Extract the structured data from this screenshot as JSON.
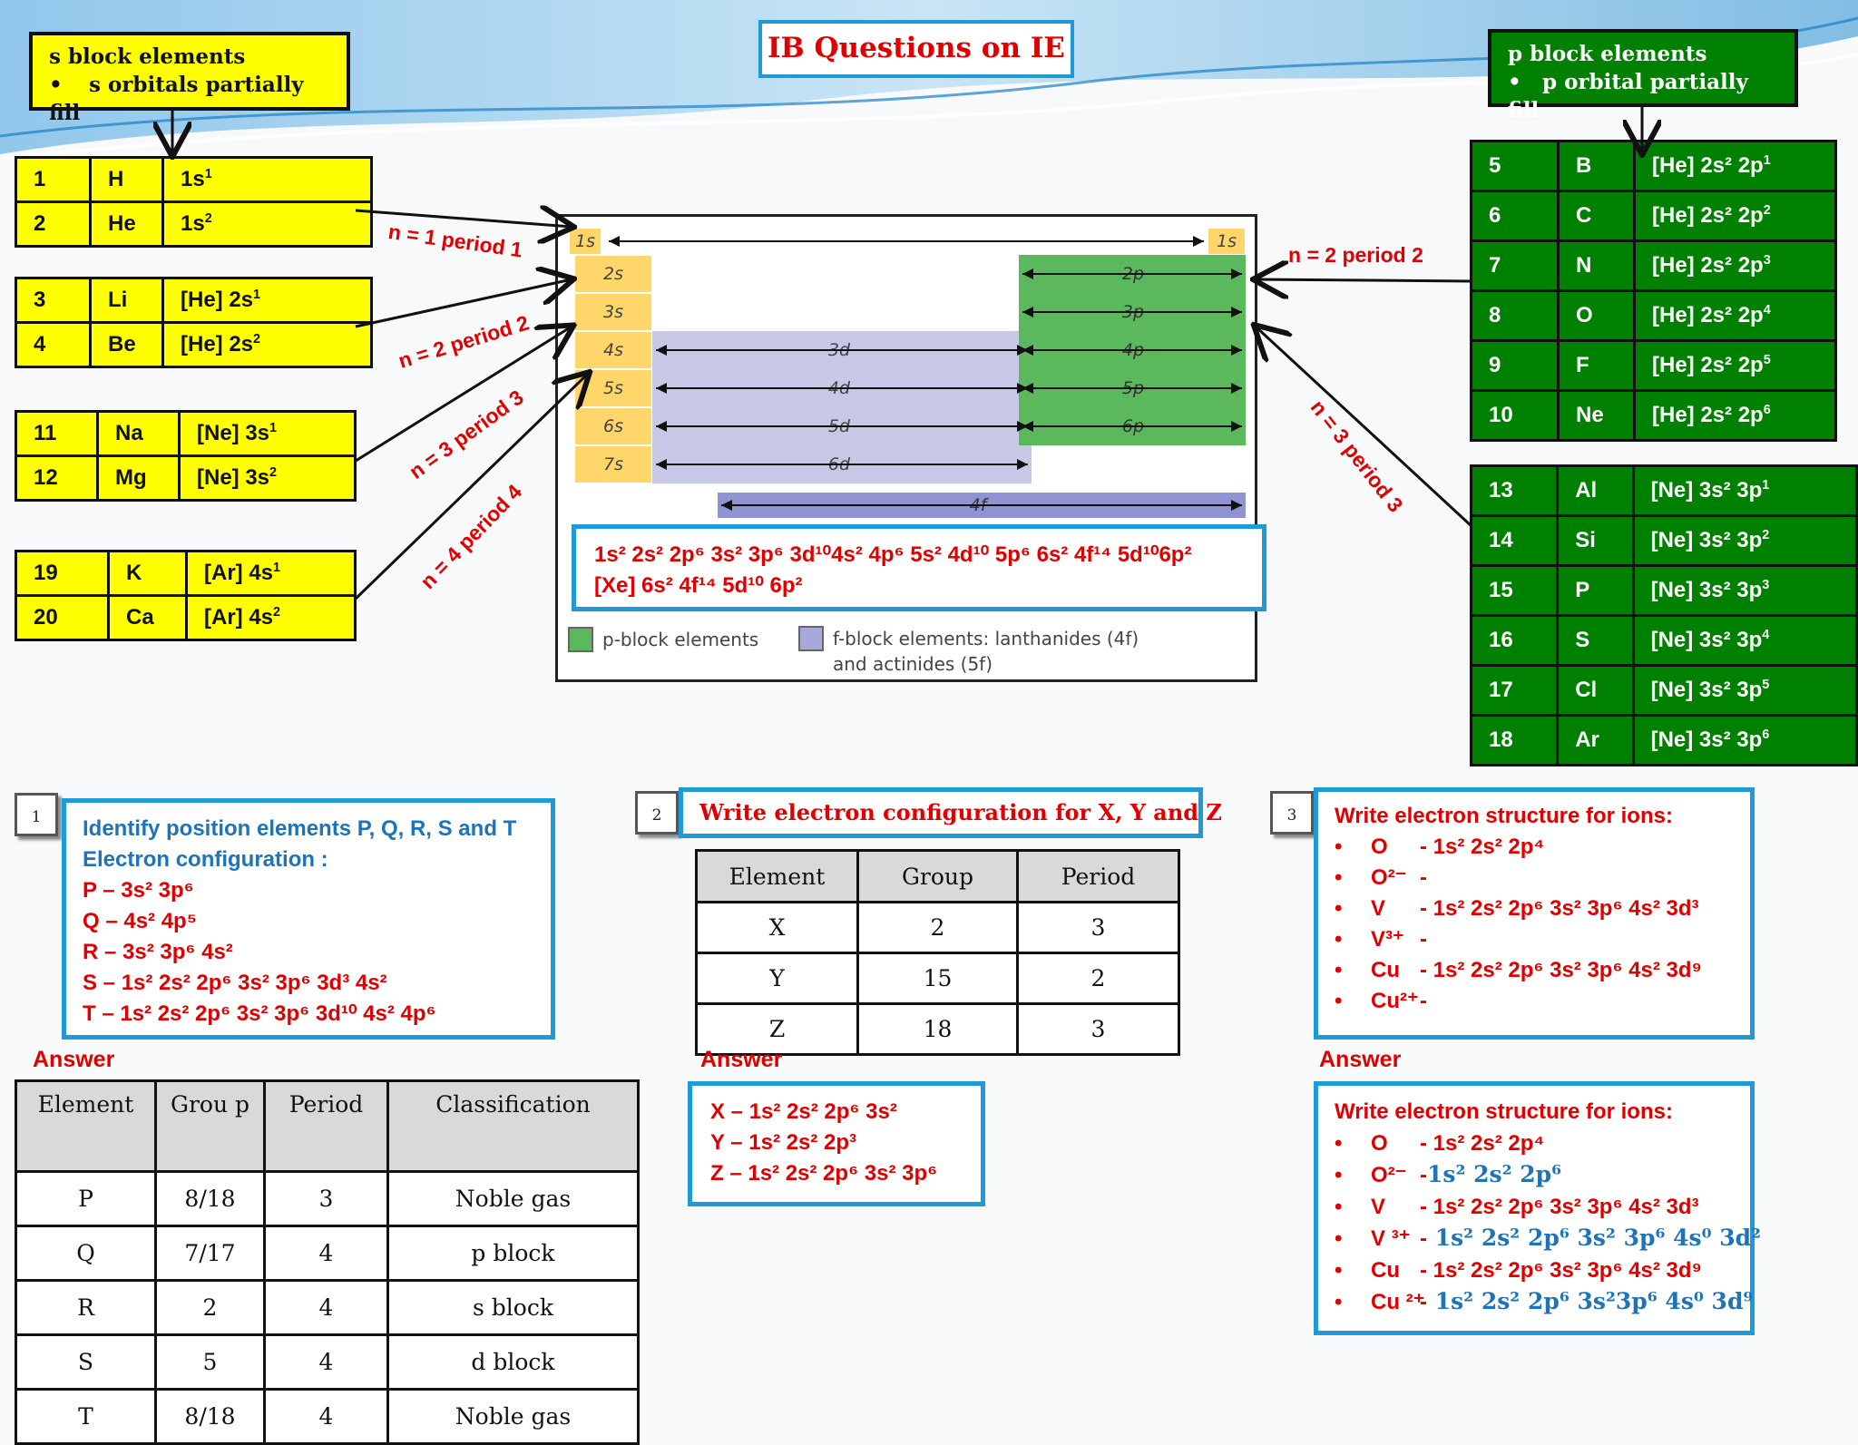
{
  "title": "IB Questions on IE",
  "s_block_callout": {
    "heading": "s block elements",
    "bullet": "s orbitals partially fill"
  },
  "p_block_callout": {
    "heading": "p block elements",
    "bullet": "p orbital partially fill"
  },
  "s_groups": [
    [
      {
        "num": "1",
        "sym": "H",
        "cfg": "1s",
        "sup": "1"
      },
      {
        "num": "2",
        "sym": "He",
        "cfg": "1s",
        "sup": "2"
      }
    ],
    [
      {
        "num": "3",
        "sym": "Li",
        "cfg": "[He] 2s",
        "sup": "1"
      },
      {
        "num": "4",
        "sym": "Be",
        "cfg": "[He] 2s",
        "sup": "2"
      }
    ],
    [
      {
        "num": "11",
        "sym": "Na",
        "cfg": "[Ne] 3s",
        "sup": "1"
      },
      {
        "num": "12",
        "sym": "Mg",
        "cfg": "[Ne] 3s",
        "sup": "2"
      }
    ],
    [
      {
        "num": "19",
        "sym": "K",
        "cfg": "[Ar]  4s",
        "sup": "1"
      },
      {
        "num": "20",
        "sym": "Ca",
        "cfg": "[Ar]  4s",
        "sup": "2"
      }
    ]
  ],
  "p_period2": [
    {
      "num": "5",
      "sym": "B",
      "sup": "1"
    },
    {
      "num": "6",
      "sym": "C",
      "sup": "2"
    },
    {
      "num": "7",
      "sym": "N",
      "sup": "3"
    },
    {
      "num": "8",
      "sym": "O",
      "sup": "4"
    },
    {
      "num": "9",
      "sym": "F",
      "sup": "5"
    },
    {
      "num": "10",
      "sym": "Ne",
      "sup": "6"
    }
  ],
  "p_period3": [
    {
      "num": "13",
      "sym": "Al",
      "sup": "1"
    },
    {
      "num": "14",
      "sym": "Si",
      "sup": "2"
    },
    {
      "num": "15",
      "sym": "P",
      "sup": "3"
    },
    {
      "num": "16",
      "sym": "S",
      "sup": "4"
    },
    {
      "num": "17",
      "sym": "Cl",
      "sup": "5"
    },
    {
      "num": "18",
      "sym": "Ar",
      "sup": "6"
    }
  ],
  "period_labels": {
    "left1": "n = 1 period 1",
    "left2": "n = 2 period 2",
    "left3": "n = 3 period 3",
    "left4": "n = 4 period 4",
    "right2": "n = 2 period 2",
    "right3": "n = 3 period 3"
  },
  "periodic_table": {
    "s_labels": [
      "1s",
      "2s",
      "3s",
      "4s",
      "5s",
      "6s",
      "7s"
    ],
    "he_label": "1s",
    "p_labels": [
      "2p",
      "3p",
      "4p",
      "5p",
      "6p"
    ],
    "d_labels": [
      "3d",
      "4d",
      "5d",
      "6d"
    ],
    "f_label": "4f",
    "legend_p": "p-block elements",
    "legend_f1": "f-block elements: lanthanides (4f)",
    "legend_f2": "and actinides (5f)",
    "overlay_line1": "1s² 2s² 2p⁶ 3s² 3p⁶ 3d¹⁰4s² 4p⁶ 5s² 4d¹⁰ 5p⁶ 6s² 4f¹⁴ 5d¹⁰6p²",
    "overlay_line2": "[Xe] 6s² 4f¹⁴ 5d¹⁰ 6p²"
  },
  "q1": {
    "number": "1",
    "heading1": "Identify position elements P, Q, R, S and T",
    "heading2": "Electron configuration :",
    "lines": [
      "P – 3s² 3p⁶",
      "Q – 4s² 4p⁵",
      "R – 3s² 3p⁶ 4s²",
      "S – 1s² 2s² 2p⁶ 3s² 3p⁶ 3d³ 4s²",
      "T – 1s² 2s² 2p⁶ 3s² 3p⁶ 3d¹⁰ 4s² 4p⁶"
    ],
    "answer_label": "Answer",
    "table_headers": [
      "Element",
      "Grou p",
      "Period",
      "Classification"
    ],
    "table_rows": [
      [
        "P",
        "8/18",
        "3",
        "Noble gas"
      ],
      [
        "Q",
        "7/17",
        "4",
        "p block"
      ],
      [
        "R",
        "2",
        "4",
        "s block"
      ],
      [
        "S",
        "5",
        "4",
        "d block"
      ],
      [
        "T",
        "8/18",
        "4",
        "Noble gas"
      ]
    ]
  },
  "q2": {
    "number": "2",
    "heading": "Write electron configuration for X, Y and Z",
    "table_headers": [
      "Element",
      "Group",
      "Period"
    ],
    "table_rows": [
      [
        "X",
        "2",
        "3"
      ],
      [
        "Y",
        "15",
        "2"
      ],
      [
        "Z",
        "18",
        "3"
      ]
    ],
    "answer_label": "Answer",
    "answers": [
      "X – 1s² 2s² 2p⁶ 3s²",
      "Y – 1s² 2s² 2p³",
      "Z – 1s² 2s² 2p⁶ 3s² 3p⁶"
    ]
  },
  "q3": {
    "number": "3",
    "heading": "Write electron structure for ions:",
    "items": [
      {
        "ion": "O",
        "cfg": "- 1s² 2s² 2p⁴"
      },
      {
        "ion": "O²⁻",
        "cfg": "-"
      },
      {
        "ion": "V",
        "cfg": "- 1s² 2s² 2p⁶ 3s² 3p⁶ 4s²  3d³"
      },
      {
        "ion": "V³⁺",
        "cfg": "-"
      },
      {
        "ion": "Cu",
        "cfg": "- 1s² 2s² 2p⁶ 3s² 3p⁶ 4s² 3d⁹"
      },
      {
        "ion": "Cu²⁺",
        "cfg": "-"
      }
    ],
    "answer_label": "Answer",
    "answer_heading": "Write electron structure for ions:",
    "answer_items": [
      {
        "ion": "O",
        "cfg": "- 1s² 2s² 2p⁴",
        "ans": ""
      },
      {
        "ion": "O²⁻",
        "cfg": "-",
        "ans": "1s² 2s² 2p⁶"
      },
      {
        "ion": "V",
        "cfg": "- 1s² 2s² 2p⁶ 3s² 3p⁶ 4s²  3d³",
        "ans": ""
      },
      {
        "ion": "V ³⁺",
        "cfg": "-",
        "ans": " 1s² 2s² 2p⁶ 3s² 3p⁶ 4s⁰  3d²"
      },
      {
        "ion": "Cu",
        "cfg": "- 1s² 2s² 2p⁶ 3s² 3p⁶ 4s² 3d⁹",
        "ans": ""
      },
      {
        "ion": "Cu ²⁺",
        "cfg": "-",
        "ans": " 1s² 2s² 2p⁶ 3s²3p⁶ 4s⁰ 3d⁹"
      }
    ]
  },
  "colors": {
    "red": "#e00000",
    "blue": "#1f73b7",
    "box_border": "#1e9bd7",
    "s_yellow": "#ffff00",
    "p_green": "#008000"
  }
}
